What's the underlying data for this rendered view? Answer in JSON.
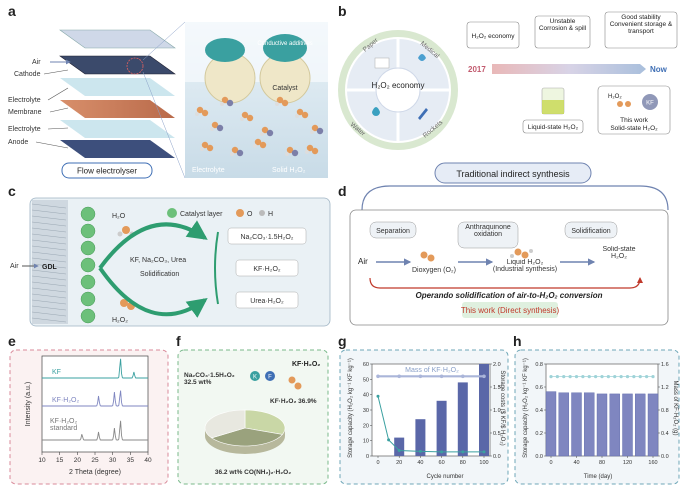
{
  "panels": {
    "a": "a",
    "b": "b",
    "c": "c",
    "d": "d",
    "e": "e",
    "f": "f",
    "g": "g",
    "h": "h"
  },
  "a": {
    "labels": [
      "Air",
      "Cathode",
      "Electrolyte",
      "Membrane",
      "Electrolyte",
      "Anode"
    ],
    "caption": "Flow electrolyser",
    "conductive_additives": "Conductive additives",
    "catalyst": "Catalyst",
    "electrolyte": "Electrolyte",
    "solid_h2o2": "Solid H₂O₂"
  },
  "b": {
    "center": "H₂O₂ economy",
    "segments": [
      "Paper",
      "Medical",
      "Water",
      "Rockets"
    ],
    "boxes": [
      "H₂O₂ economy",
      "Unstable Corrosion & spill",
      "Good stability Convenient storage & transport"
    ],
    "timeline_start": "2017",
    "timeline_end": "Now",
    "liquid": "Liquid-state H₂O₂",
    "this_work": "This work",
    "solid": "Solid-state H₂O₂",
    "mol_h2o2": "H₂O₂",
    "mol_kf": "KF"
  },
  "c": {
    "air": "Air",
    "gdl": "GDL",
    "h2o": "H₂O",
    "h2o2": "H₂O₂",
    "legend_catalyst": "Catalyst layer",
    "legend_o": "O",
    "legend_h": "H",
    "reagents": "KF, Na₂CO₃, Urea",
    "process": "Solidification",
    "products": [
      "Na₂CO₃·1.5H₂O₂",
      "KF·H₂O₂",
      "Urea·H₂O₂"
    ]
  },
  "d": {
    "title": "Traditional indirect synthesis",
    "air": "Air",
    "steps": [
      "Separation",
      "Anthraquinone oxidation",
      "Solidification"
    ],
    "dioxygen": "Dioxygen (O₂)",
    "liquid": "Liquid H₂O₂ (Industrial synthesis)",
    "solid": "Solid-state H₂O₂",
    "operando": "Operando solidification of air-to-H₂O₂ conversion",
    "this_work": "This work (Direct synthesis)"
  },
  "colors": {
    "accent_blue": "#3f6fb5",
    "pink": "#d98a9a",
    "green": "#79b98a",
    "teal": "#3aa0a0",
    "purple_bar": "#7f86c0"
  },
  "chart_data": [
    {
      "panel": "e",
      "type": "line",
      "xlabel": "2 Theta (degree)",
      "ylabel": "Intensity (a.u.)",
      "xlim": [
        10,
        40
      ],
      "x_ticks": [
        10,
        15,
        20,
        25,
        30,
        35,
        40
      ],
      "series": [
        {
          "name": "KF",
          "color": "#3aa0a0",
          "peaks": [
            [
              32.2,
              0.5
            ],
            [
              36.0,
              0.15
            ]
          ]
        },
        {
          "name": "KF·H₂O₂",
          "color": "#7f86c0",
          "peaks": [
            [
              26.0,
              0.25
            ],
            [
              30.5,
              0.35
            ],
            [
              32.2,
              0.4
            ]
          ]
        },
        {
          "name": "KF·H₂O₂ standard",
          "color": "#888888",
          "peaks": [
            [
              21.3,
              0.15
            ],
            [
              26.0,
              0.2
            ],
            [
              30.5,
              0.3
            ],
            [
              32.2,
              0.5
            ]
          ]
        }
      ]
    },
    {
      "panel": "f",
      "type": "pie",
      "labels": [
        "Na₂CO₃·1.5H₂O₂",
        "KF·H₂O₂",
        "CO(NH₂)₂·H₂O₂"
      ],
      "values": [
        32.5,
        36.9,
        36.2
      ],
      "display": [
        "Na₂CO₃·1.5H₂O₂ 32.5 wt%",
        "KF·H₂O₂ 36.9%",
        "36.2 wt% CO(NH₂)₂·H₂O₂"
      ],
      "colors": [
        "#c9d7a6",
        "#9aa27d",
        "#e8e8e0"
      ],
      "mol_k": "K",
      "mol_f": "F",
      "mol_label": "KF·H₂O₂"
    },
    {
      "panel": "g",
      "type": "bar",
      "xlabel": "Cycle number",
      "ylabel_left": "Storage capacity (H₂O₂ kg⁻¹ KF kg⁻¹)",
      "ylabel_right": "Storage costs ($ KF/$ H₂O₂)",
      "annotation": "Mass of KF·H₂O₂",
      "x": [
        20,
        40,
        60,
        80,
        100
      ],
      "values": [
        12,
        24,
        36,
        48,
        60
      ],
      "ylim": [
        0,
        60
      ],
      "y_ticks": [
        0,
        10,
        20,
        30,
        40,
        50,
        60
      ],
      "x_ticks": [
        0,
        20,
        40,
        60,
        80,
        100
      ],
      "y2lim": [
        0,
        2.0
      ],
      "y2_ticks": [
        "0.0",
        "0.5",
        "1.0",
        "1.5",
        "2.0"
      ],
      "mass_line": {
        "x": [
          0,
          20,
          40,
          60,
          80,
          100
        ],
        "y": [
          52,
          52,
          52,
          52,
          52,
          52
        ]
      },
      "cost_line": {
        "x": [
          0,
          10,
          20,
          40,
          60,
          80,
          100
        ],
        "y": [
          1.3,
          0.35,
          0.12,
          0.1,
          0.09,
          0.09,
          0.09
        ]
      }
    },
    {
      "panel": "h",
      "type": "bar",
      "xlabel": "Time (day)",
      "ylabel_left": "Storage capacity (H₂O₂ kg⁻¹ KF kg⁻¹)",
      "ylabel_right": "Mass of KF·H₂O₂ (g)",
      "x": [
        0,
        10,
        20,
        30,
        40,
        50,
        60,
        70,
        80,
        90,
        100,
        110,
        120,
        130,
        140,
        150,
        160
      ],
      "values": [
        0.56,
        0.55,
        0.55,
        0.55,
        0.55,
        0.55,
        0.55,
        0.55,
        0.54,
        0.54,
        0.54,
        0.54,
        0.54,
        0.54,
        0.54,
        0.54,
        0.54
      ],
      "ylim": [
        0,
        0.8
      ],
      "y_ticks": [
        "0.0",
        "0.2",
        "0.4",
        "0.6",
        "0.8"
      ],
      "x_ticks": [
        0,
        40,
        80,
        120,
        160
      ],
      "y2lim": [
        0,
        1.6
      ],
      "y2_ticks": [
        "0.0",
        "0.4",
        "0.8",
        "1.2",
        "1.6"
      ],
      "mass_line": {
        "y": 1.38
      }
    }
  ]
}
